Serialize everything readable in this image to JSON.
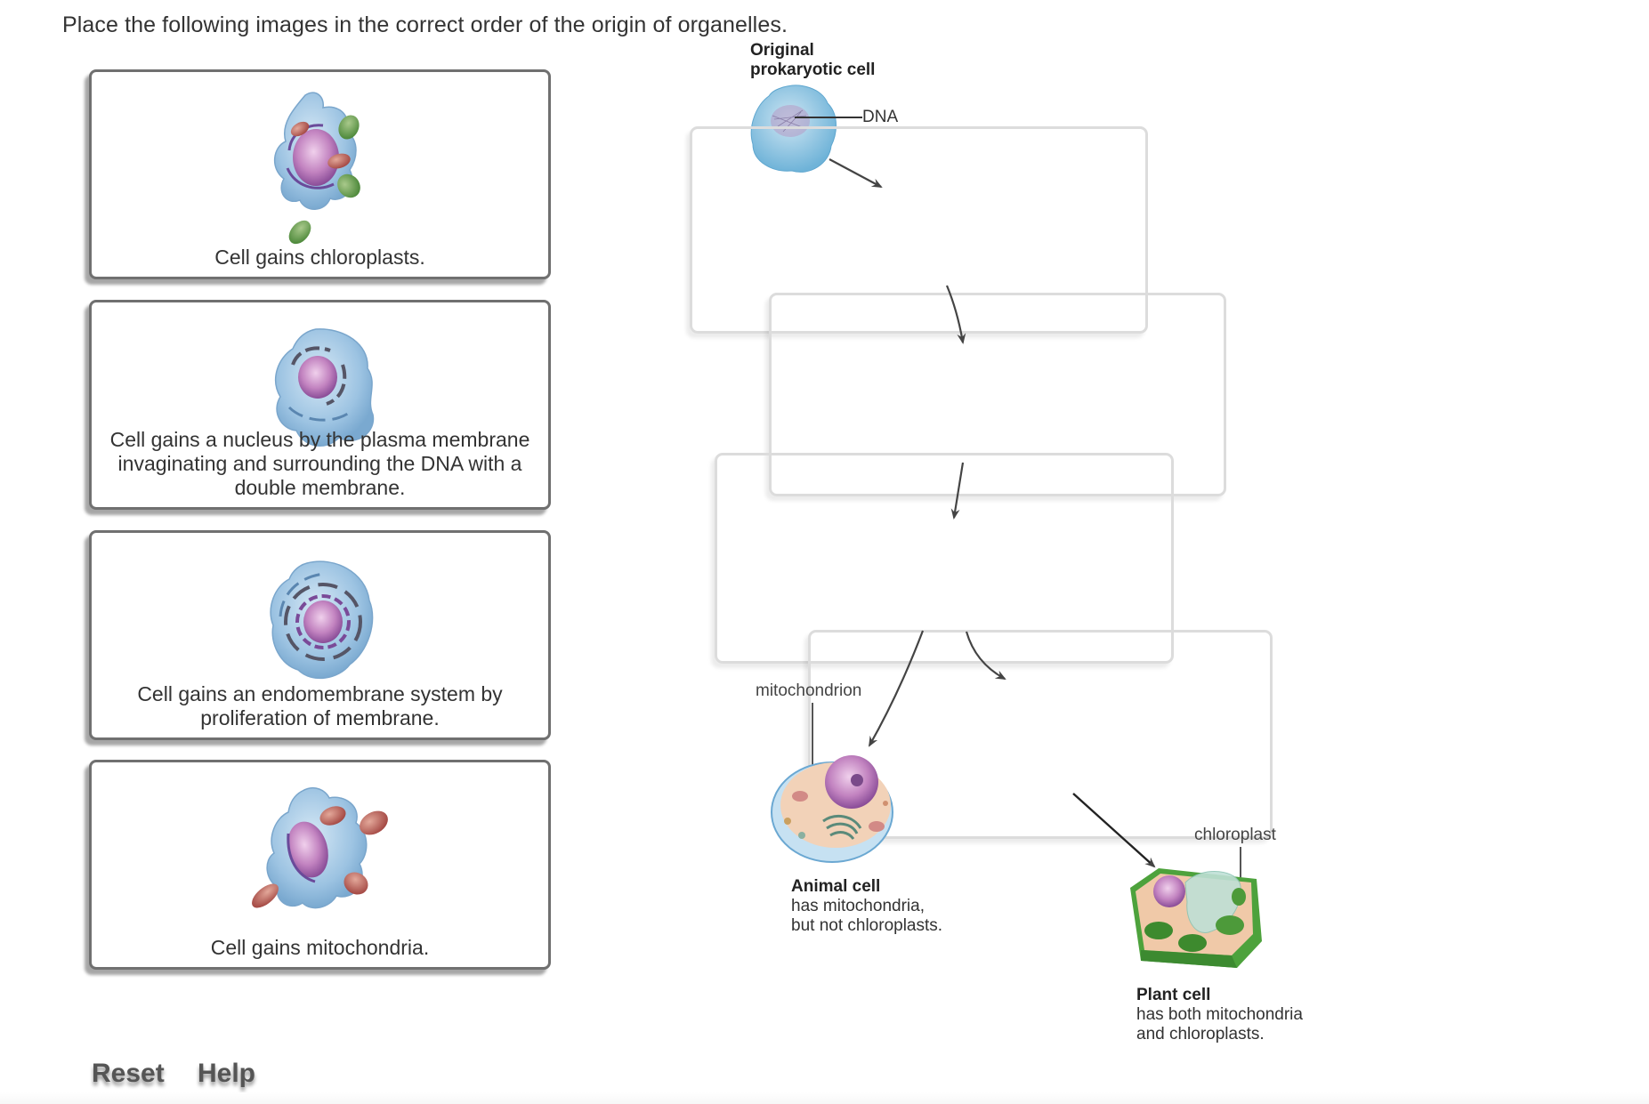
{
  "instruction": "Place the following images in the correct order of the origin of organelles.",
  "cards": [
    {
      "caption": "Cell gains chloroplasts.",
      "icon": "eukaryote-with-chloroplasts-icon"
    },
    {
      "caption": "Cell gains a nucleus by the plasma membrane invaginating and surrounding the DNA with a double membrane.",
      "icon": "cell-with-nucleus-icon"
    },
    {
      "caption": "Cell gains an endomembrane system by proliferation of membrane.",
      "icon": "cell-with-endomembrane-icon"
    },
    {
      "caption": "Cell gains mitochondria.",
      "icon": "cell-with-mitochondria-icon"
    }
  ],
  "diagram": {
    "start_label_line1": "Original",
    "start_label_line2": "prokaryotic cell",
    "dna_label": "DNA",
    "mitochondrion_label": "mitochondrion",
    "chloroplast_label": "chloroplast",
    "animal": {
      "title": "Animal cell",
      "line1": "has mitochondria,",
      "line2": "but not chloroplasts."
    },
    "plant": {
      "title": "Plant cell",
      "line1": "has both mitochondria",
      "line2": "and chloroplasts."
    },
    "drop_zone_count": 4
  },
  "buttons": {
    "reset": "Reset",
    "help": "Help"
  },
  "colors": {
    "cell_blue": "#8fbfe0",
    "nucleus_purple": "#b06aa8",
    "chloroplast_green": "#5e9a4a",
    "mitochondrion_red": "#b2574f",
    "card_border": "#707070",
    "dropzone_border": "#dcdcdc"
  }
}
